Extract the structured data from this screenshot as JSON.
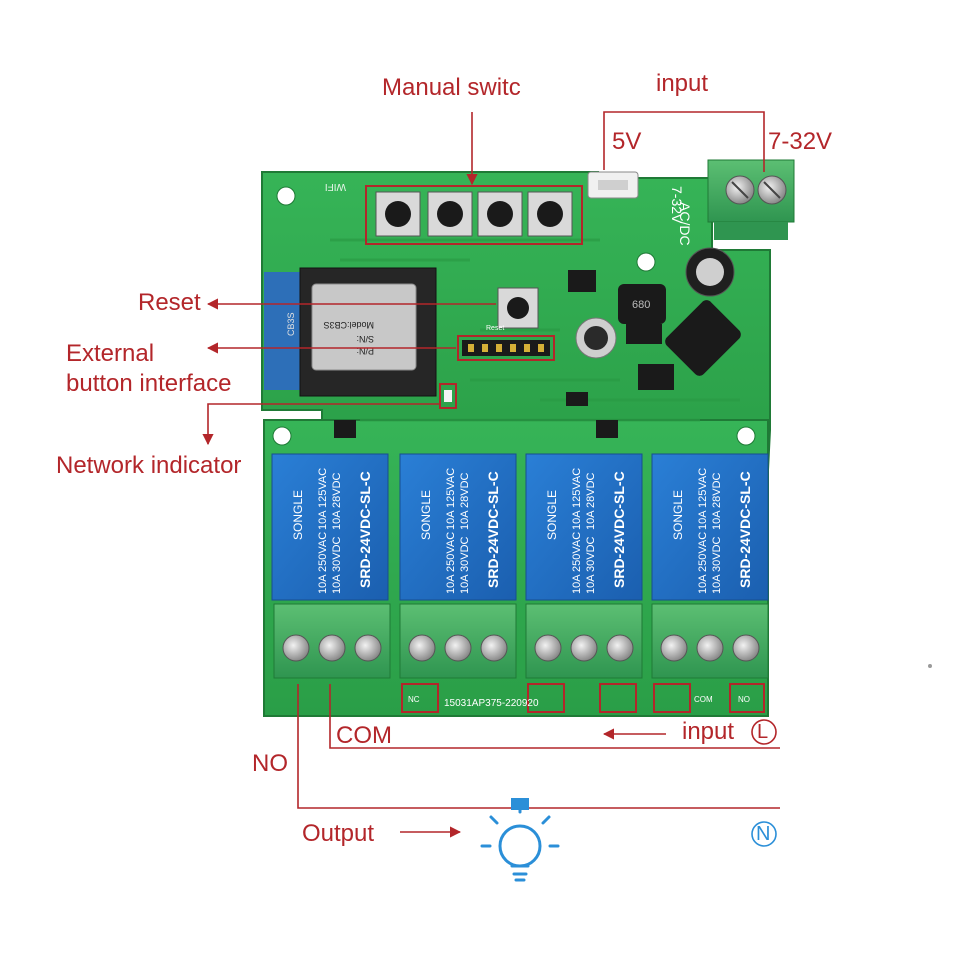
{
  "labels": {
    "manual_switch": "Manual switc",
    "input_top": "input",
    "v5": "5V",
    "v7_32": "7-32V",
    "reset": "Reset",
    "external_line1": "External",
    "external_line2": "button interface",
    "network_indicator": "Network indicator",
    "com": "COM",
    "input_L": "input",
    "L_symbol": "L",
    "no": "NO",
    "output": "Output",
    "N_symbol": "N"
  },
  "board": {
    "silkscreen_wifi": "WIFI",
    "silkscreen_power": "7-32V",
    "silkscreen_acdc": "AC/DC",
    "module_model": "Model:CB3S",
    "module_sn": "S/N:",
    "module_pn": "P/N:",
    "module_side": "CB3S",
    "inductor_label": "680",
    "reset_pad": "Reset",
    "bottom_code": "15031AP375-220920",
    "terminal_labels": [
      "NC",
      "COM",
      "NO"
    ]
  },
  "relays": [
    {
      "brand": "SONGLE",
      "model": "SRD-24VDC-SL-C",
      "ratings": [
        "10A 250VAC",
        "10A 30VDC",
        "10A 125VAC",
        "10A 28VDC"
      ]
    },
    {
      "brand": "SONGLE",
      "model": "SRD-24VDC-SL-C",
      "ratings": [
        "10A 250VAC",
        "10A 30VDC",
        "10A 125VAC",
        "10A 28VDC"
      ]
    },
    {
      "brand": "SONGLE",
      "model": "SRD-24VDC-SL-C",
      "ratings": [
        "10A 250VAC",
        "10A 30VDC",
        "10A 125VAC",
        "10A 28VDC"
      ]
    },
    {
      "brand": "SONGLE",
      "model": "SRD-24VDC-SL-C",
      "ratings": [
        "10A 250VAC",
        "10A 30VDC",
        "10A 125VAC",
        "10A 28VDC"
      ]
    }
  ],
  "colors": {
    "label_red": "#b3262a",
    "label_blue": "#2b8fd8",
    "pcb_green": "#2fae4e",
    "relay_blue": "#1f6fc2",
    "terminal_green": "#3aa35a"
  },
  "icons": {
    "bulb": "light-bulb-icon",
    "arrow": "arrow-icon"
  }
}
